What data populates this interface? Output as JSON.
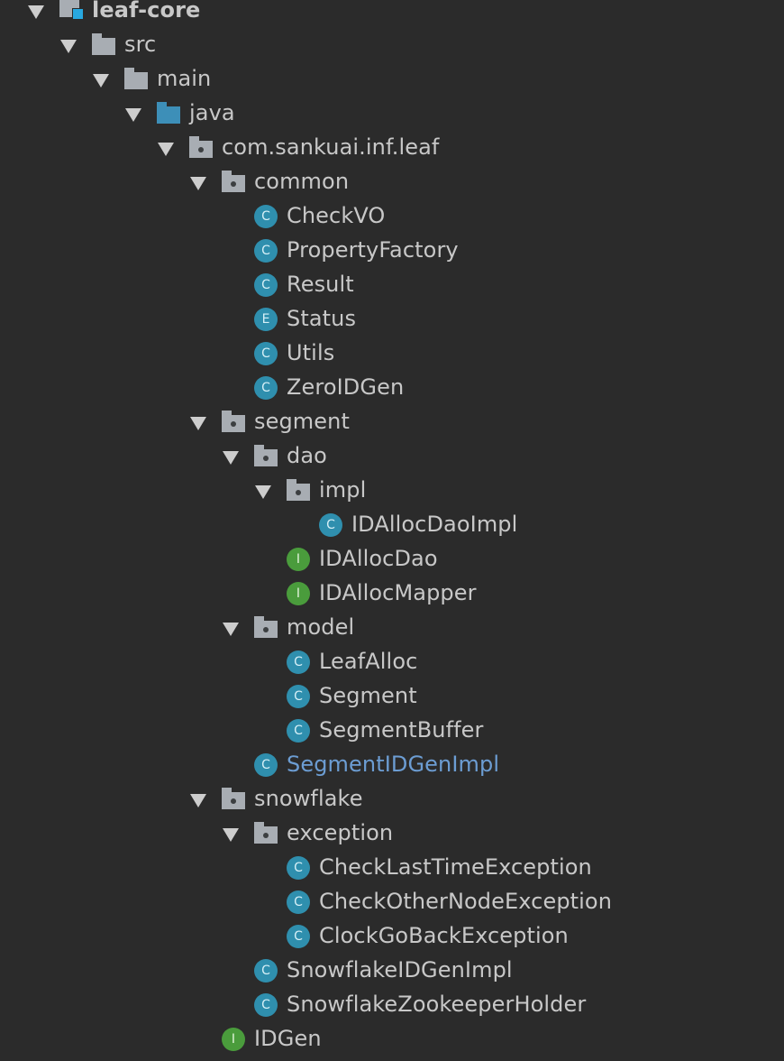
{
  "tree": [
    {
      "label": "leaf-core",
      "kind": "module",
      "level": 0,
      "expanded": true,
      "bold": true
    },
    {
      "label": "src",
      "kind": "folder",
      "level": 1,
      "expanded": true
    },
    {
      "label": "main",
      "kind": "folder",
      "level": 2,
      "expanded": true
    },
    {
      "label": "java",
      "kind": "source-folder",
      "level": 3,
      "expanded": true
    },
    {
      "label": "com.sankuai.inf.leaf",
      "kind": "package",
      "level": 4,
      "expanded": true
    },
    {
      "label": "common",
      "kind": "package",
      "level": 5,
      "expanded": true
    },
    {
      "label": "CheckVO",
      "kind": "class",
      "badge": "C",
      "level": 6
    },
    {
      "label": "PropertyFactory",
      "kind": "class",
      "badge": "C",
      "level": 6
    },
    {
      "label": "Result",
      "kind": "class",
      "badge": "C",
      "level": 6
    },
    {
      "label": "Status",
      "kind": "enum",
      "badge": "E",
      "level": 6
    },
    {
      "label": "Utils",
      "kind": "class",
      "badge": "C",
      "level": 6
    },
    {
      "label": "ZeroIDGen",
      "kind": "class",
      "badge": "C",
      "level": 6
    },
    {
      "label": "segment",
      "kind": "package",
      "level": 5,
      "expanded": true
    },
    {
      "label": "dao",
      "kind": "package",
      "level": 6,
      "expanded": true
    },
    {
      "label": "impl",
      "kind": "package",
      "level": 7,
      "expanded": true
    },
    {
      "label": "IDAllocDaoImpl",
      "kind": "class",
      "badge": "C",
      "level": 8
    },
    {
      "label": "IDAllocDao",
      "kind": "interface",
      "badge": "I",
      "level": 7
    },
    {
      "label": "IDAllocMapper",
      "kind": "interface",
      "badge": "I",
      "level": 7
    },
    {
      "label": "model",
      "kind": "package",
      "level": 6,
      "expanded": true
    },
    {
      "label": "LeafAlloc",
      "kind": "class",
      "badge": "C",
      "level": 7
    },
    {
      "label": "Segment",
      "kind": "class",
      "badge": "C",
      "level": 7
    },
    {
      "label": "SegmentBuffer",
      "kind": "class",
      "badge": "C",
      "level": 7
    },
    {
      "label": "SegmentIDGenImpl",
      "kind": "class",
      "badge": "C",
      "level": 6,
      "modified": true
    },
    {
      "label": "snowflake",
      "kind": "package",
      "level": 5,
      "expanded": true
    },
    {
      "label": "exception",
      "kind": "package",
      "level": 6,
      "expanded": true
    },
    {
      "label": "CheckLastTimeException",
      "kind": "class",
      "badge": "C",
      "level": 7
    },
    {
      "label": "CheckOtherNodeException",
      "kind": "class",
      "badge": "C",
      "level": 7
    },
    {
      "label": "ClockGoBackException",
      "kind": "class",
      "badge": "C",
      "level": 7
    },
    {
      "label": "SnowflakeIDGenImpl",
      "kind": "class",
      "badge": "C",
      "level": 6
    },
    {
      "label": "SnowflakeZookeeperHolder",
      "kind": "class",
      "badge": "C",
      "level": 6
    },
    {
      "label": "IDGen",
      "kind": "interface",
      "badge": "I",
      "level": 5
    }
  ],
  "colors": {
    "background": "#2b2b2b",
    "text": "#c8c8c8",
    "modified_text": "#6c9dd3",
    "class_badge": "#2f8fae",
    "interface_badge": "#4a9c3c",
    "folder": "#a8adb3",
    "source_folder": "#3d8fb8"
  }
}
